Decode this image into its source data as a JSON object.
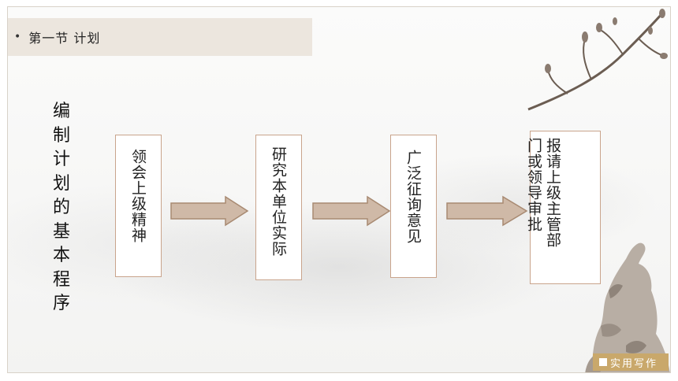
{
  "header": {
    "bullet": "•",
    "title": "第一节  计划"
  },
  "side_title": "编制计划的基本程序",
  "steps": [
    {
      "label": "领会上级精神"
    },
    {
      "label": "研究本单位实际"
    },
    {
      "label": "广泛征询意见"
    },
    {
      "label": "报请上级主管部门或领导审批"
    }
  ],
  "badge": {
    "label": "实用写作"
  },
  "colors": {
    "header_bar": "#ece6de",
    "arrow_fill": "#cfb9a7",
    "arrow_stroke": "#a88a72",
    "box_border": "#c9a48c",
    "badge": "#c9a86b"
  },
  "icons": [
    "plum-branch-icon",
    "ram-sculpture-icon",
    "arrow-right-icon"
  ]
}
